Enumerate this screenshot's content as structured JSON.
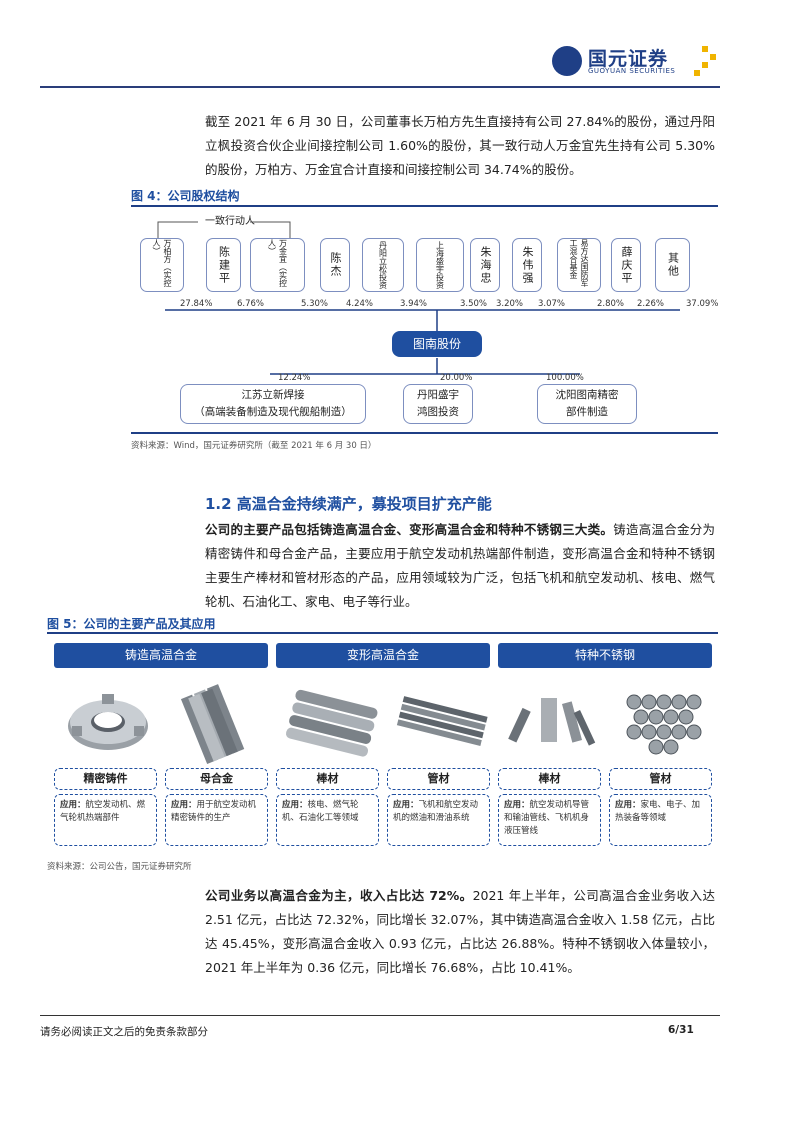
{
  "header": {
    "brand_cn": "国元证券",
    "brand_en": "GUOYUAN SECURITIES"
  },
  "intro": {
    "text": "截至 2021 年 6 月 30 日，公司董事长万柏方先生直接持有公司 27.84%的股份，通过丹阳立枫投资合伙企业间接控制公司 1.60%的股份，其一致行动人万金宜先生持有公司 5.30%的股份，万柏方、万金宜合计直接和间接控制公司 34.74%的股份。"
  },
  "fig4": {
    "title": "图 4：公司股权结构",
    "concert_label": "一致行动人",
    "holders": [
      {
        "name": "万柏方（实控人）",
        "pct": "27.84%"
      },
      {
        "name": "陈建平",
        "pct": "6.76%"
      },
      {
        "name": "万金宜（实控人）",
        "pct": "5.30%"
      },
      {
        "name": "陈杰",
        "pct": "4.24%"
      },
      {
        "name": "丹阳立松投资",
        "pct": "3.94%"
      },
      {
        "name": "上海盛宇投资",
        "pct": "3.50%"
      },
      {
        "name": "朱海忠",
        "pct": "3.20%"
      },
      {
        "name": "朱伟强",
        "pct": "3.07%"
      },
      {
        "name": "易方达国防军工混合基金",
        "pct": "2.80%"
      },
      {
        "name": "薛庆平",
        "pct": "2.26%"
      },
      {
        "name": "其他",
        "pct": "37.09%"
      }
    ],
    "company": "图南股份",
    "subs": [
      {
        "pct": "12.24%",
        "line1": "江苏立新焊接",
        "line2": "（高端装备制造及现代舰船制造）"
      },
      {
        "pct": "20.00%",
        "line1": "丹阳盛宇",
        "line2": "鸿图投资"
      },
      {
        "pct": "100.00%",
        "line1": "沈阳图南精密",
        "line2": "部件制造"
      }
    ],
    "source": "资料来源：Wind，国元证券研究所（截至 2021 年 6 月 30 日）"
  },
  "section": {
    "heading": "1.2 高温合金持续满产，募投项目扩充产能",
    "para_bold": "公司的主要产品包括铸造高温合金、变形高温合金和特种不锈钢三大类。",
    "para_rest": "铸造高温合金分为精密铸件和母合金产品，主要应用于航空发动机热端部件制造，变形高温合金和特种不锈钢主要生产棒材和管材形态的产品，应用领域较为广泛，包括飞机和航空发动机、核电、燃气轮机、石油化工、家电、电子等行业。"
  },
  "fig5": {
    "title": "图 5：公司的主要产品及其应用",
    "categories": [
      "铸造高温合金",
      "变形高温合金",
      "特种不锈钢"
    ],
    "products": [
      {
        "label": "精密铸件",
        "desc_head": "应用：",
        "desc": "航空发动机、燃气轮机热端部件"
      },
      {
        "label": "母合金",
        "desc_head": "应用：",
        "desc": "用于航空发动机精密铸件的生产"
      },
      {
        "label": "棒材",
        "desc_head": "应用：",
        "desc": "核电、燃气轮机、石油化工等领域"
      },
      {
        "label": "管材",
        "desc_head": "应用：",
        "desc": "飞机和航空发动机的燃油和滑油系统"
      },
      {
        "label": "棒材",
        "desc_head": "应用：",
        "desc": "航空发动机导管和输油管线、飞机机身液压管线"
      },
      {
        "label": "管材",
        "desc_head": "应用：",
        "desc": "家电、电子、加热装备等领域"
      }
    ],
    "source": "资料来源：公司公告，国元证券研究所"
  },
  "business": {
    "bold": "公司业务以高温合金为主，收入占比达 72%。",
    "rest": "2021 年上半年，公司高温合金业务收入达 2.51 亿元，占比达 72.32%，同比增长 32.07%，其中铸造高温合金收入 1.58 亿元，占比达 45.45%，变形高温合金收入 0.93 亿元，占比达 26.88%。特种不锈钢收入体量较小，2021 年上半年为 0.36 亿元，同比增长 76.68%，占比 10.41%。"
  },
  "footer": {
    "disclaimer": "请务必阅读正文之后的免责条款部分",
    "page": "6/31"
  },
  "colors": {
    "brand_blue": "#1f3f86",
    "accent_blue": "#1f4fa0",
    "gold": "#f0b400"
  }
}
